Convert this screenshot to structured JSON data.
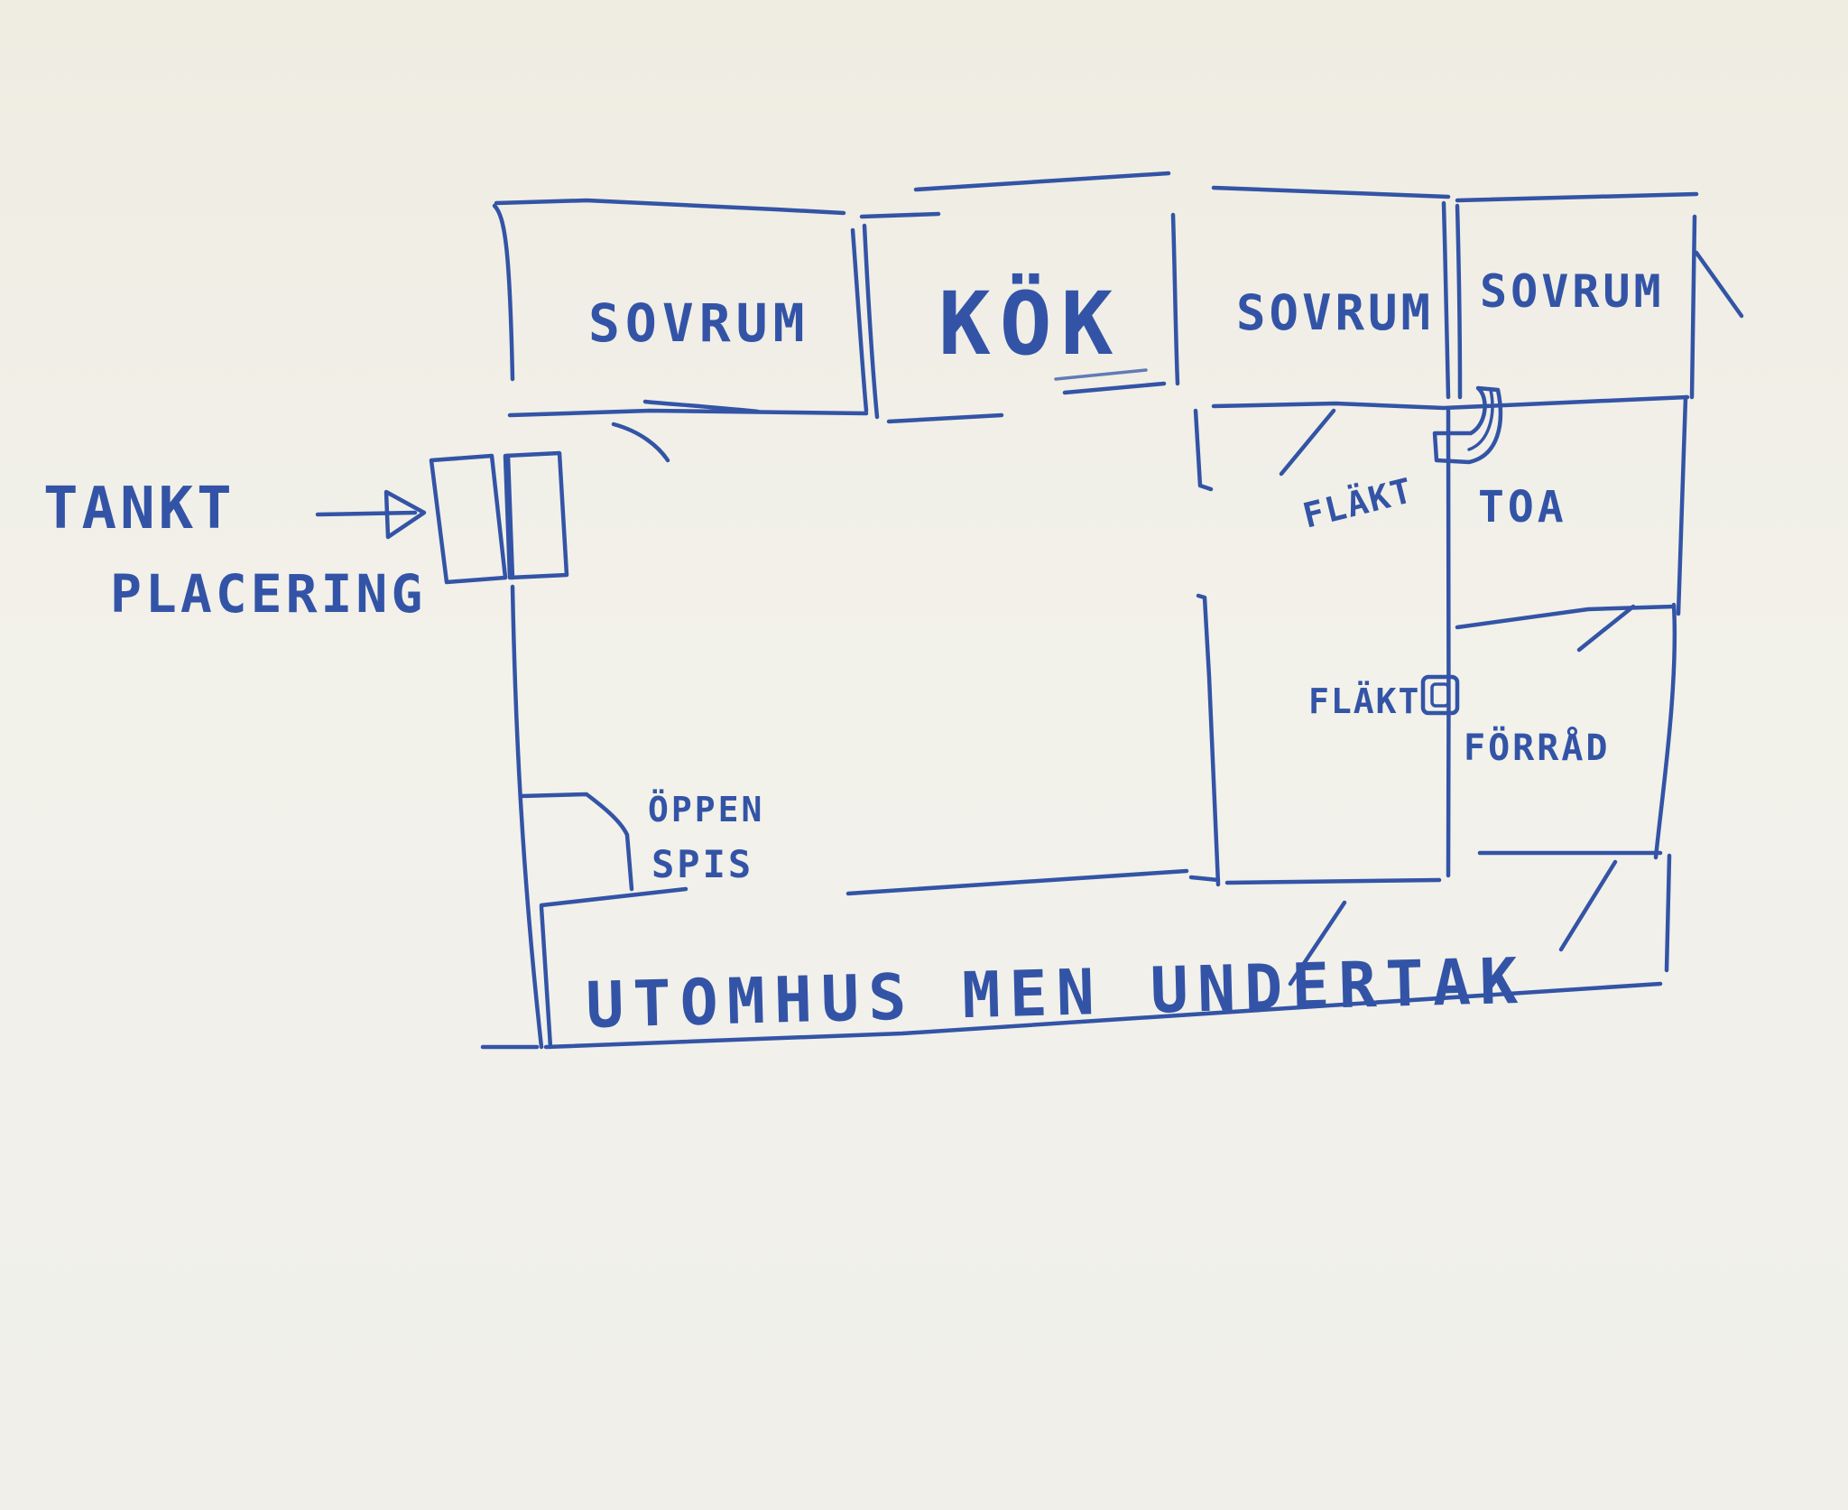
{
  "ink_color": "#3354a6",
  "paper_color": "#f1efe8",
  "rooms": [
    {
      "id": "sovrum-1",
      "label": "SOVRUM"
    },
    {
      "id": "kok",
      "label": "KÖK"
    },
    {
      "id": "sovrum-2",
      "label": "SOVRUM"
    },
    {
      "id": "sovrum-3",
      "label": "SOVRUM"
    },
    {
      "id": "toa",
      "label": "TOA"
    },
    {
      "id": "forrad",
      "label": "FÖRRÅD"
    }
  ],
  "annotations": {
    "tank_line1": "TANKT",
    "tank_line2": "PLACERING",
    "fireplace_line1": "ÖPPEN",
    "fireplace_line2": "SPIS",
    "fan_top": "FLÄKT",
    "fan_mid": "FLÄKT",
    "porch": "UTOMHUS MEN UNDERTAK"
  }
}
